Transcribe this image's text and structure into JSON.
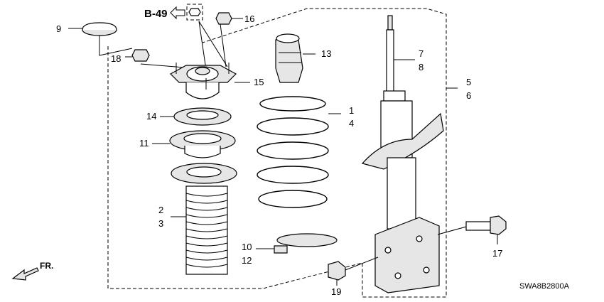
{
  "diagram": {
    "reference_label": "B-49",
    "fr_label": "FR.",
    "diagram_code": "SWA8B2800A",
    "callouts": [
      {
        "id": "c1",
        "text": "1"
      },
      {
        "id": "c2",
        "text": "2"
      },
      {
        "id": "c3",
        "text": "3"
      },
      {
        "id": "c4",
        "text": "4"
      },
      {
        "id": "c5",
        "text": "5"
      },
      {
        "id": "c6",
        "text": "6"
      },
      {
        "id": "c7",
        "text": "7"
      },
      {
        "id": "c8",
        "text": "8"
      },
      {
        "id": "c9",
        "text": "9"
      },
      {
        "id": "c10",
        "text": "10"
      },
      {
        "id": "c11",
        "text": "11"
      },
      {
        "id": "c12",
        "text": "12"
      },
      {
        "id": "c13",
        "text": "13"
      },
      {
        "id": "c14",
        "text": "14"
      },
      {
        "id": "c15",
        "text": "15"
      },
      {
        "id": "c16",
        "text": "16"
      },
      {
        "id": "c17",
        "text": "17"
      },
      {
        "id": "c18",
        "text": "18"
      },
      {
        "id": "c19",
        "text": "19"
      }
    ]
  }
}
